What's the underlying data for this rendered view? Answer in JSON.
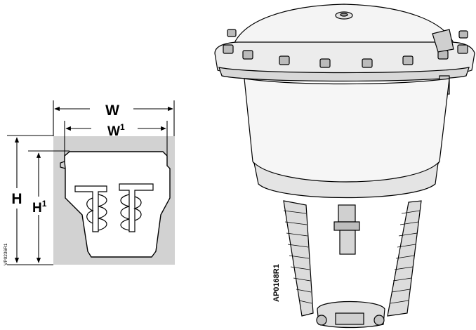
{
  "schematic": {
    "dim_w": "W",
    "dim_w1_base": "W",
    "dim_w1_sup": "1",
    "dim_h": "H",
    "dim_h1_base": "H",
    "dim_h1_sup": "1",
    "ref_code": "VP0236R1",
    "shade_color": "#d2d2d2"
  },
  "actuator": {
    "ref_code": "AP0168R1"
  }
}
